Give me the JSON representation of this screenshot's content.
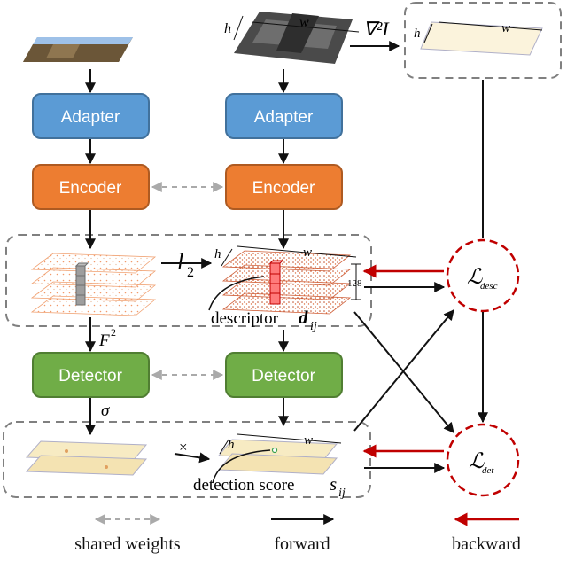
{
  "boxes": {
    "adapter": "Adapter",
    "encoder": "Encoder",
    "detector": "Detector"
  },
  "labels": {
    "laplacian": "∇²I",
    "h": "h",
    "w": "w",
    "l2": "l",
    "l2_sub": "2",
    "channels": "128",
    "f2": "F",
    "f2_sup": "2",
    "sigma": "σ",
    "times": "×",
    "descriptor": "descriptor",
    "descriptor_var": "d",
    "descriptor_sub": "ij",
    "detection": "detection score",
    "detection_var": "s",
    "detection_sub": "ij",
    "loss_desc_main": "ℒ",
    "loss_desc_sub": "desc",
    "loss_det_main": "ℒ",
    "loss_det_sub": "det"
  },
  "legend": {
    "shared": "shared weights",
    "forward": "forward",
    "backward": "backward"
  },
  "colors": {
    "adapter": "#5b9bd5",
    "encoder": "#ed7d31",
    "detector": "#70ad47",
    "loss": "#c00000",
    "backward": "#c00000",
    "shared": "#aaaaaa",
    "dashed_frame": "#808080",
    "grey_descriptor": "#9e9e9e",
    "red_descriptor": "#ff7b7b"
  }
}
